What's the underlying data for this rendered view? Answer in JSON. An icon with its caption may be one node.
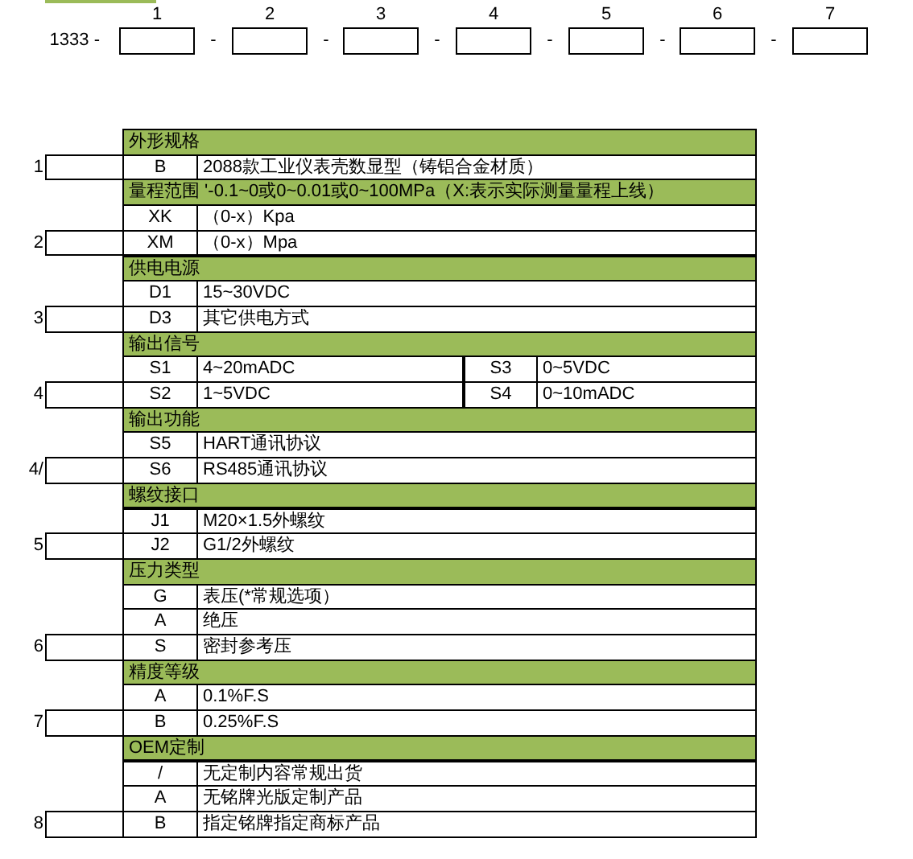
{
  "diagram": {
    "labels": [
      "1",
      "2",
      "3",
      "4",
      "5",
      "6",
      "7",
      "1333 -",
      "-",
      "-",
      "-",
      "-",
      "-",
      "-",
      "外形规格",
      "1",
      "B",
      "2088款工业仪表壳数显型（铸铝合金材质）",
      "量程范围 '-0.1~0或0~0.01或0~100MPa（X:表示实际测量量程上线）",
      "XK",
      "（0-x）Kpa",
      "2",
      "XM",
      "（0-x）Mpa",
      "供电电源",
      "D1",
      "15~30VDC",
      "3",
      "D3",
      "其它供电方式",
      "输出信号",
      "S1",
      "4~20mADC",
      "S3",
      "0~5VDC",
      "4",
      "S2",
      "1~5VDC",
      "S4",
      "0~10mADC",
      "输出功能",
      "S5",
      "HART通讯协议",
      "4/",
      "S6",
      "RS485通讯协议",
      "螺纹接口",
      "J1",
      "M20×1.5外螺纹",
      "5",
      "J2",
      "G1/2外螺纹",
      "压力类型",
      "G",
      "表压(*常规选项）",
      "A",
      "绝压",
      "6",
      "S",
      "密封参考压",
      "精度等级",
      "A",
      "0.1%F.S",
      "7",
      "B",
      "0.25%F.S",
      "OEM定制",
      "/",
      "无定制内容常规出货",
      "A",
      "无铭牌光版定制产品",
      "8",
      "B",
      "指定铭牌指定商标产品"
    ]
  }
}
